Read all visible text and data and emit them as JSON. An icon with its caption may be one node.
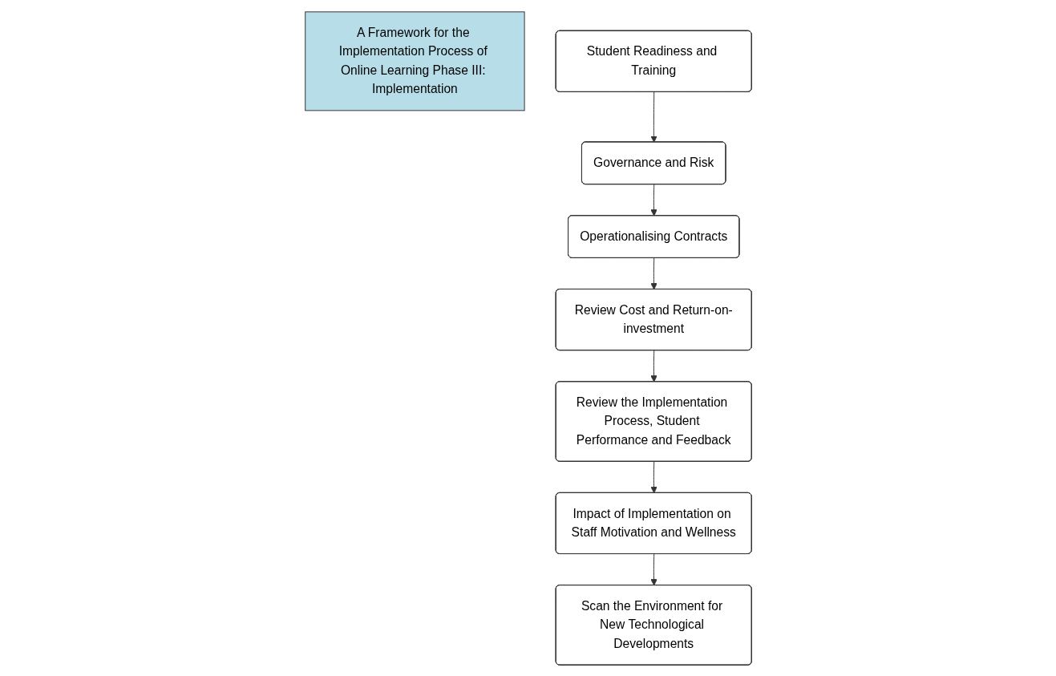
{
  "diagram": {
    "nodes": [
      {
        "text": [
          "A Framework for the Implementation Process of Online Learning Phase III: Implementation"
        ]
      },
      {
        "text": [
          "Student Readiness and Training"
        ]
      },
      {
        "text": [
          "Governance and Risk"
        ]
      },
      {
        "text": [
          "Operationalising Contracts"
        ]
      },
      {
        "text": [
          "Review Cost and Return-on-investment"
        ]
      },
      {
        "text": [
          "Review the Implementation Process, Student Performance and Feedback"
        ]
      },
      {
        "text": [
          "Impact of Implementation on Staff Motivation and Wellness"
        ]
      },
      {
        "text": [
          "Scan the Environment for New Technological Developments"
        ]
      }
    ],
    "edges": [
      {
        "from": 1,
        "to": 2,
        "arrow": "to"
      },
      {
        "from": 2,
        "to": 3,
        "arrow": "to"
      },
      {
        "from": 3,
        "to": 4,
        "arrow": "to"
      },
      {
        "from": 4,
        "to": 5,
        "arrow": "to"
      },
      {
        "from": 5,
        "to": 6,
        "arrow": "to"
      },
      {
        "from": 6,
        "to": 7,
        "arrow": "to"
      }
    ]
  }
}
